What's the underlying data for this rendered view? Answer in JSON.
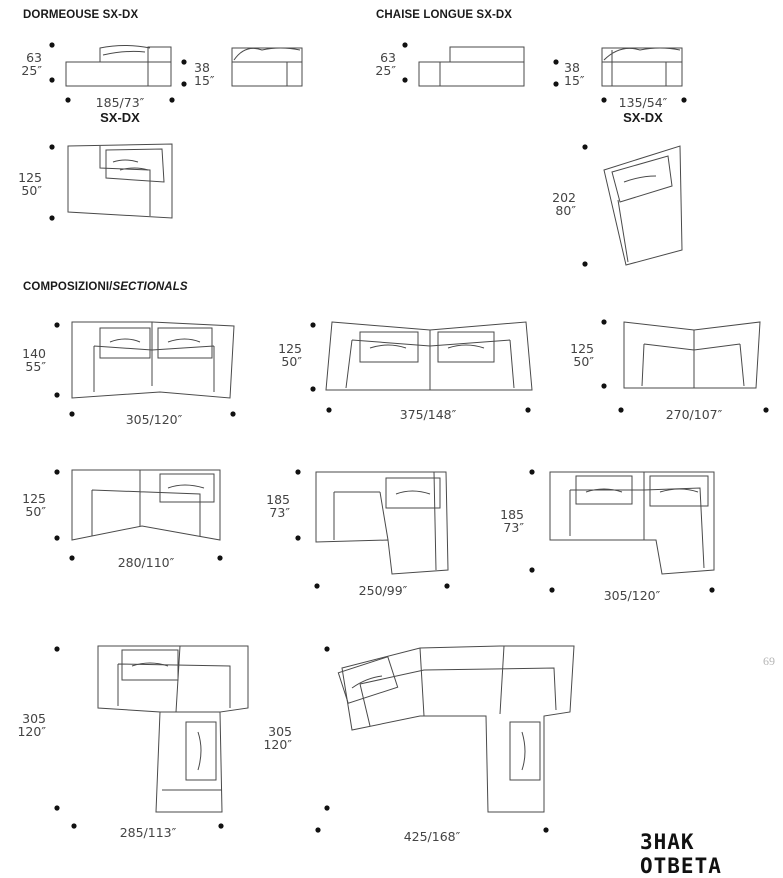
{
  "sections": {
    "dormeuse": "DORMEOUSE SX-DX",
    "chaise": "CHAISE LONGUE SX-DX",
    "composizioni": "COMPOSIZIONI/",
    "sectionals": "SECTIONALS"
  },
  "dims": {
    "d_h_cm": "63",
    "d_h_in": "25″",
    "d_s_cm": "38",
    "d_s_in": "15″",
    "d_w": "185/73″",
    "d_sub": "SX-DX",
    "d_d_cm": "125",
    "d_d_in": "50″",
    "c_h_cm": "63",
    "c_h_in": "25″",
    "c_s_cm": "38",
    "c_s_in": "15″",
    "c_w": "135/54″",
    "c_sub": "SX-DX",
    "c_d_cm": "202",
    "c_d_in": "80″",
    "s1_d_cm": "140",
    "s1_d_in": "55″",
    "s1_w": "305/120″",
    "s2_d_cm": "125",
    "s2_d_in": "50″",
    "s2_w": "375/148″",
    "s3_d_cm": "125",
    "s3_d_in": "50″",
    "s3_w": "270/107″",
    "s4_d_cm": "125",
    "s4_d_in": "50″",
    "s4_w": "280/110″",
    "s5_d_cm": "185",
    "s5_d_in": "73″",
    "s5_w": "250/99″",
    "s6_d_cm": "185",
    "s6_d_in": "73″",
    "s6_w": "305/120″",
    "s7_d_cm": "305",
    "s7_d_in": "120″",
    "s7_w": "285/113″",
    "s8_d_cm": "305",
    "s8_d_in": "120″",
    "s8_w": "425/168″"
  },
  "page_number": "69",
  "watermark": "ЗНАК ОТВЕТА"
}
